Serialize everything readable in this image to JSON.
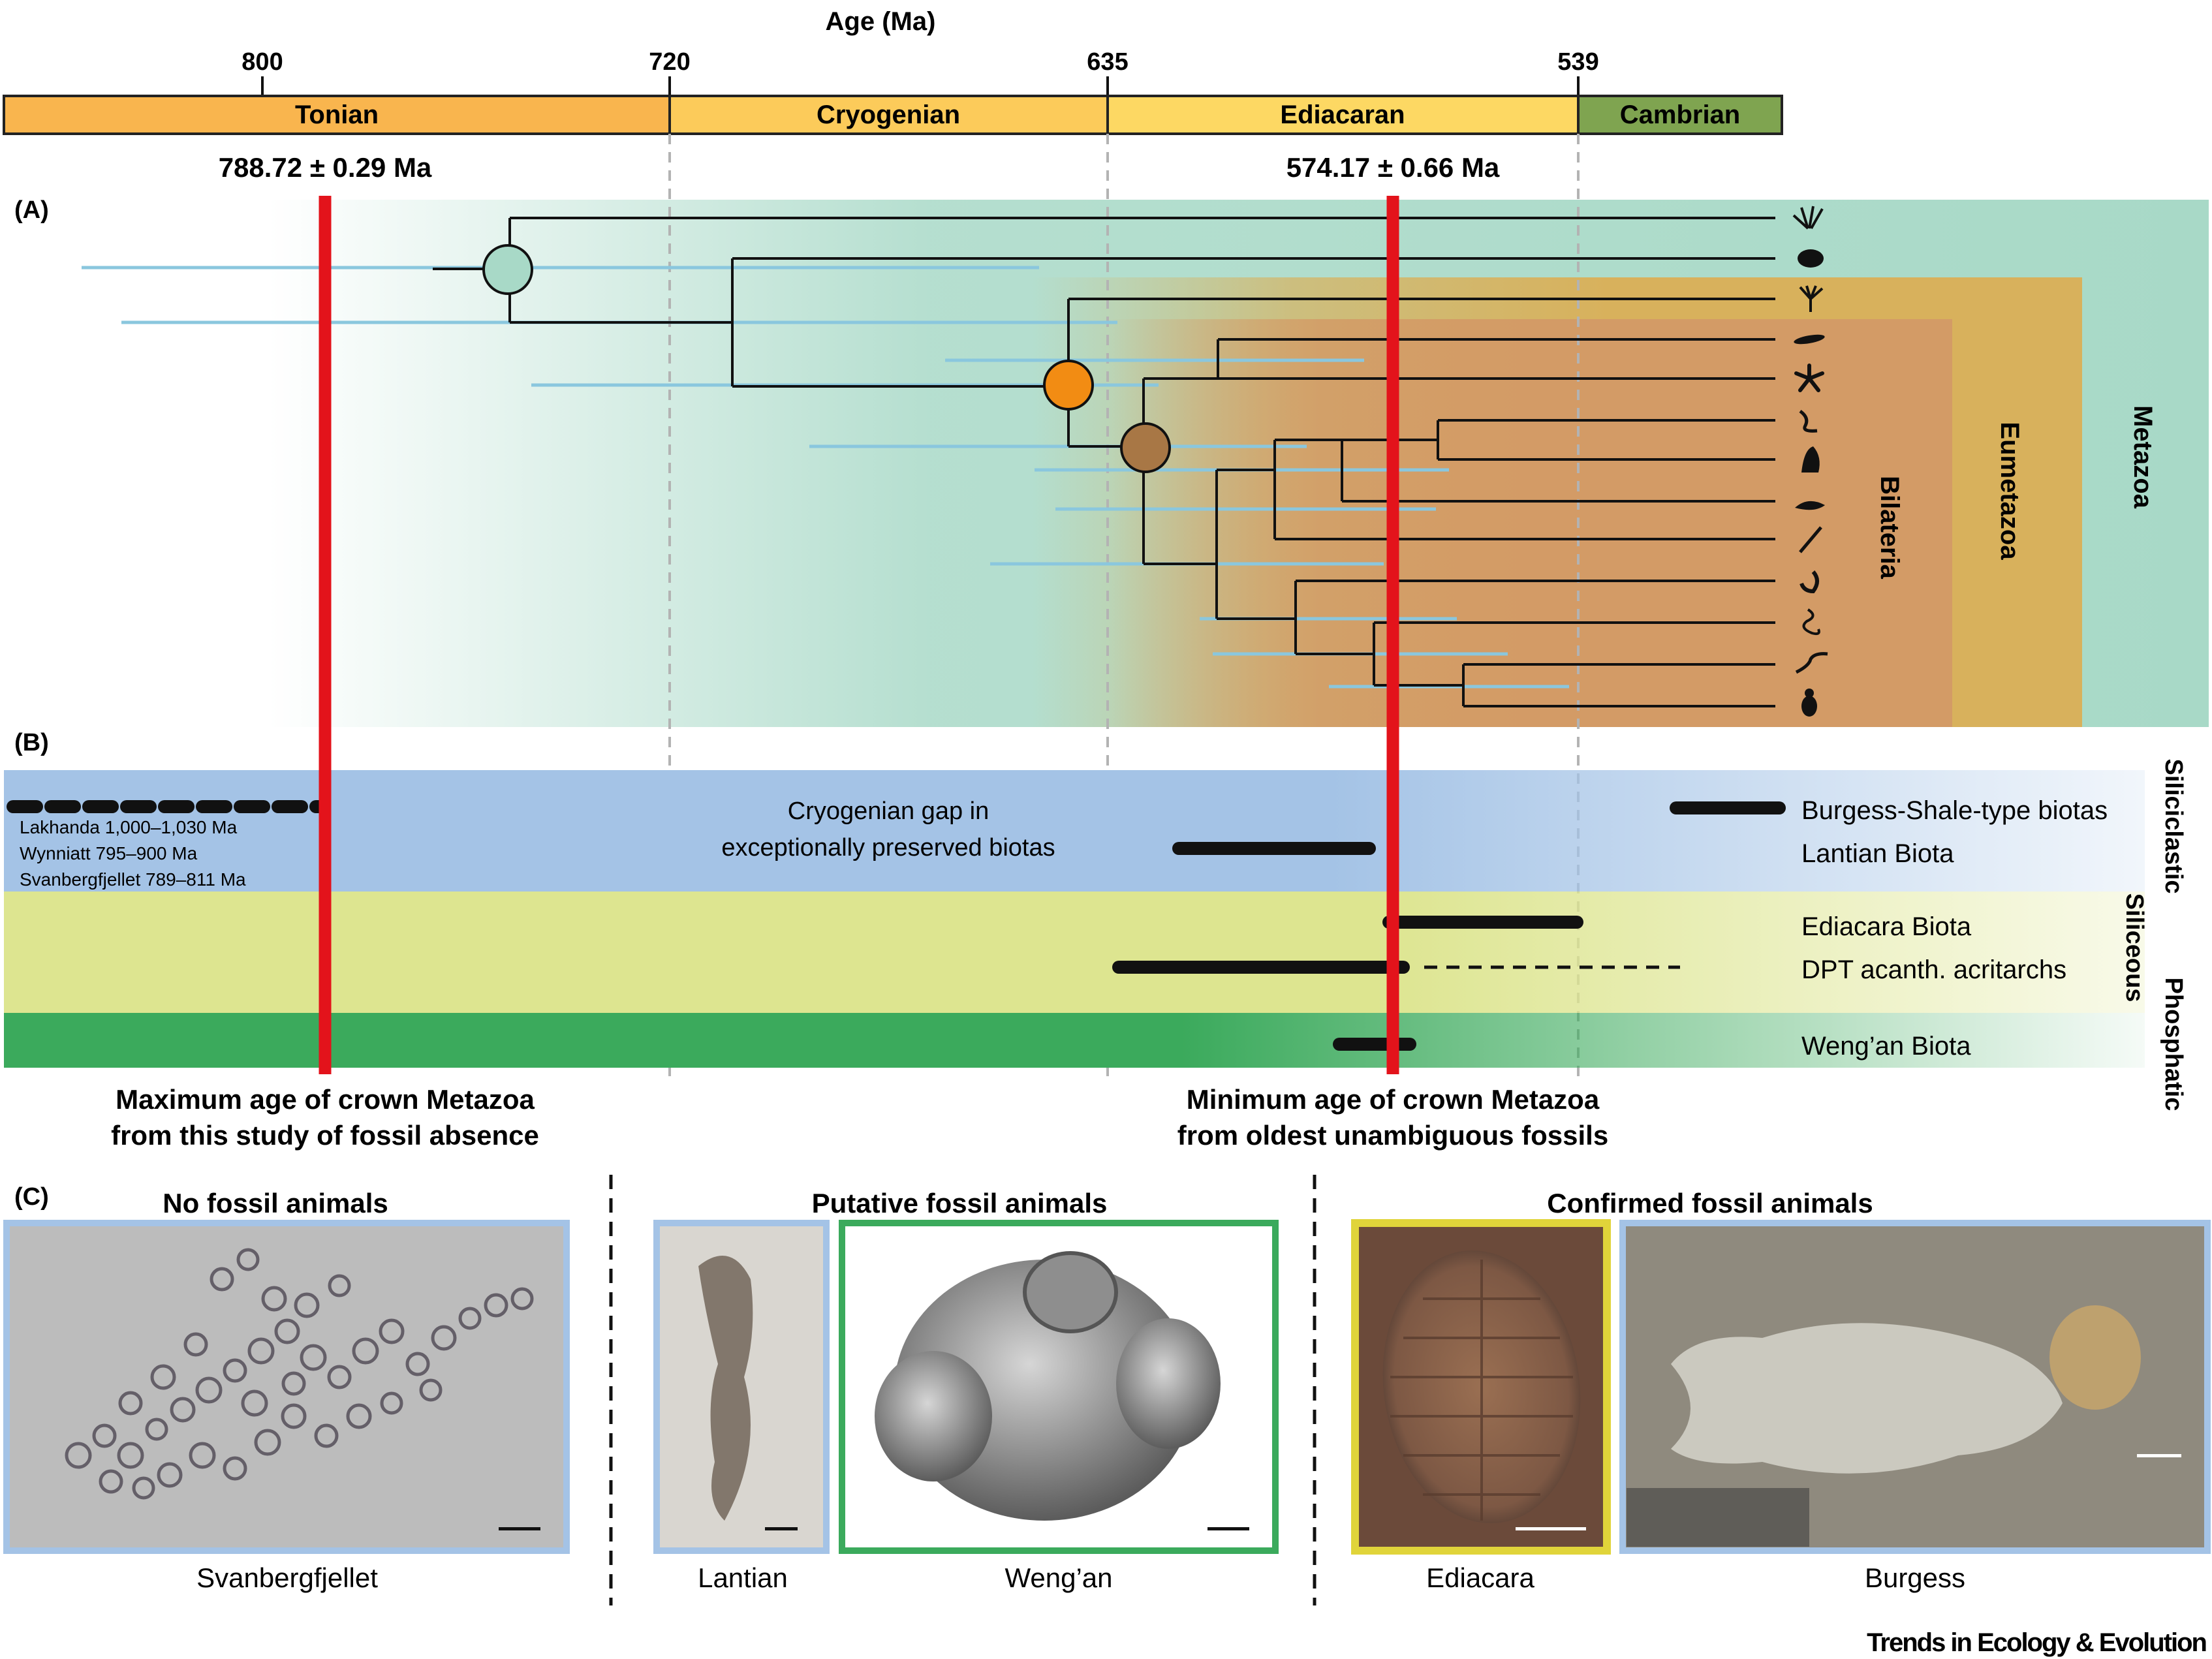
{
  "axis": {
    "title": "Age (Ma)",
    "ticks": [
      "800",
      "720",
      "635",
      "539"
    ]
  },
  "periods": [
    {
      "name": "Tonian",
      "color": "#F9B54E"
    },
    {
      "name": "Cryogenian",
      "color": "#FCCB5A"
    },
    {
      "name": "Ediacaran",
      "color": "#FDD863"
    },
    {
      "name": "Cambrian",
      "color": "#7FA450"
    }
  ],
  "red_lines": {
    "max_label": "788.72 ± 0.29 Ma",
    "min_label": "574.17 ± 0.66 Ma",
    "color": "#E3131B"
  },
  "panel_labels": {
    "a": "(A)",
    "b": "(B)",
    "c": "(C)"
  },
  "clades": {
    "metazoa": "Metazoa",
    "eumetazoa": "Eumetazoa",
    "bilateria": "Bilateria",
    "colors": {
      "metazoa": "#A8D9C7",
      "eumetazoa": "#D8B15C",
      "bilateria": "#D39B66"
    }
  },
  "taxa_icons": [
    "sponge-icon",
    "ctenophore-icon",
    "cnidarian-icon",
    "acoel-icon",
    "starfish-icon",
    "worm-icon",
    "snail-icon",
    "slug-icon",
    "nematode-icon",
    "crustacean-icon",
    "annelid-icon",
    "flatworm-icon",
    "insect-icon"
  ],
  "node_colors": {
    "metazoa": "#A8D9C7",
    "eumetazoa": "#F28C13",
    "bilateria": "#A87745"
  },
  "panel_b": {
    "deposits": {
      "siliciclastic": "Siliciclastic",
      "siliceous": "Siliceous",
      "phosphatic": "Phosphatic"
    },
    "old_biotas": [
      "Lakhanda 1,000–1,030 Ma",
      "Wynniatt 795–900 Ma",
      "Svanbergfjellet 789–811 Ma"
    ],
    "gap_text": [
      "Cryogenian gap in",
      "exceptionally preserved biotas"
    ],
    "biotas": [
      "Burgess-Shale-type biotas",
      "Lantian Biota",
      "Ediacara Biota",
      "DPT acanth. acritarchs",
      "Weng’an Biota"
    ],
    "band_colors": {
      "siliciclastic": "#A4C3E6",
      "siliceous": "#DDE590",
      "phosphatic": "#3BAA5C"
    },
    "max_caption": [
      "Maximum age of crown Metazoa",
      "from this study of fossil absence"
    ],
    "min_caption": [
      "Minimum age of crown Metazoa",
      "from oldest unambiguous fossils"
    ]
  },
  "panel_c": {
    "groups": [
      "No fossil animals",
      "Putative fossil animals",
      "Confirmed fossil animals"
    ],
    "photos": [
      "Svanbergfjellet",
      "Lantian",
      "Weng’an",
      "Ediacara",
      "Burgess"
    ]
  },
  "journal": "Trends in Ecology & Evolution"
}
